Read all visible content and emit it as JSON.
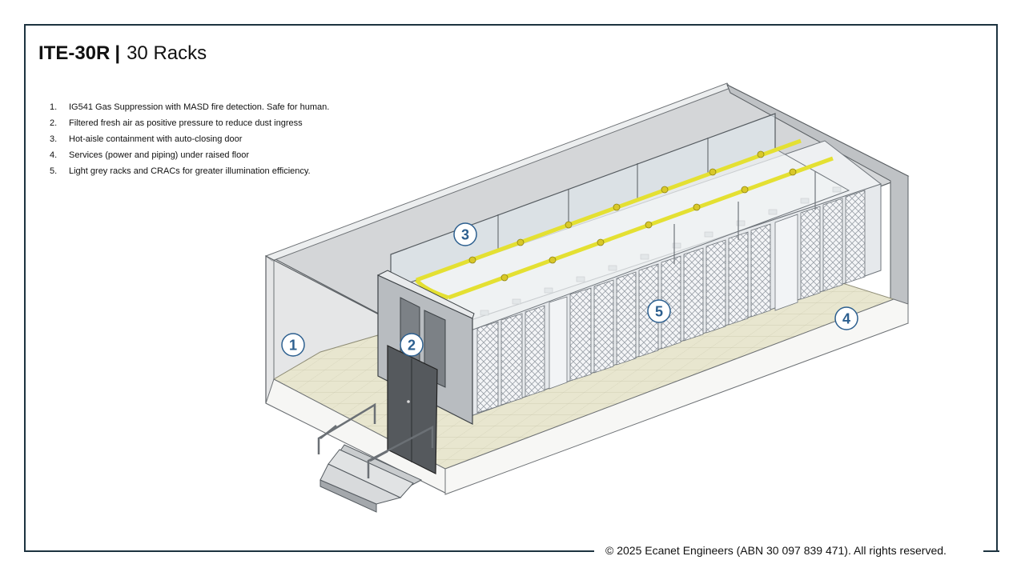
{
  "header": {
    "code": "ITE-30R",
    "separator": "|",
    "subtitle": "30 Racks"
  },
  "features": [
    {
      "num": "1.",
      "text": "IG541 Gas Suppression with MASD fire detection. Safe for human."
    },
    {
      "num": "2.",
      "text": "Filtered fresh air as positive pressure to reduce dust ingress"
    },
    {
      "num": "3.",
      "text": "Hot-aisle containment with auto-closing door"
    },
    {
      "num": "4.",
      "text": "Services (power and piping) under raised floor"
    },
    {
      "num": "5.",
      "text": "Light grey racks and CRACs for greater illumination efficiency."
    }
  ],
  "markers": [
    "1",
    "2",
    "3",
    "4",
    "5"
  ],
  "footer": {
    "copyright": "© 2025 Ecanet Engineers (ABN 30 097 839 471). All rights reserved."
  },
  "colors": {
    "frame": "#1d3340",
    "marker": "#2c5f8f",
    "cable_tray": "#e4e032",
    "floor": "#e8e6cf",
    "rack": "#f2f4f6"
  }
}
